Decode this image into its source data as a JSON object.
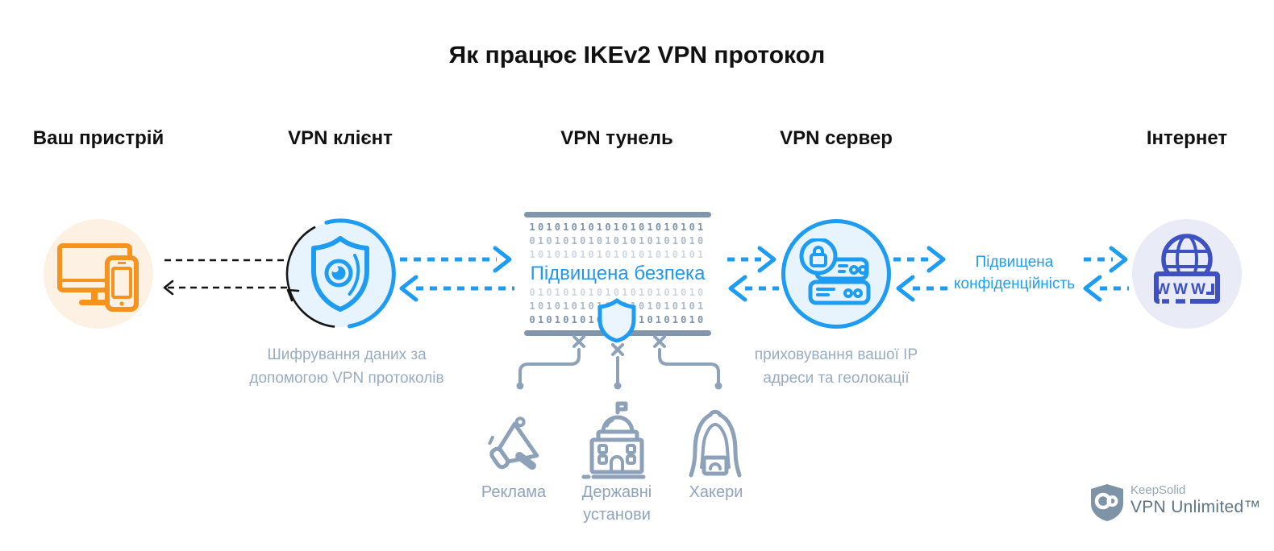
{
  "title": "Як працює IKEv2 VPN протокол",
  "columns": [
    {
      "label": "Ваш пристрій"
    },
    {
      "label": "VPN клієнт"
    },
    {
      "label": "VPN тунель"
    },
    {
      "label": "VPN сервер"
    },
    {
      "label": "Інтернет"
    }
  ],
  "client": {
    "caption_line1": "Шифрування даних за",
    "caption_line2": "допомогою VPN протоколів"
  },
  "server": {
    "caption_line1": "приховування вашої IP",
    "caption_line2": "адреси та геолокації"
  },
  "tunnel": {
    "security_label": "Підвищена безпека",
    "binary_rows": [
      "101010101010101010101",
      "010101010101010101010",
      "101010101010101010101",
      "010101010101010101010",
      "101010101010101010101",
      "010101010101010101010"
    ]
  },
  "privacy": {
    "line1": "Підвищена",
    "line2": "конфіденційність"
  },
  "threats": [
    {
      "line1": "Реклама"
    },
    {
      "line1": "Державні",
      "line2": "установи"
    },
    {
      "line1": "Хакери"
    }
  ],
  "internet": {
    "www_label": "WWW"
  },
  "logo": {
    "brand": "KeepSolid",
    "product": "VPN Unlimited™"
  },
  "colors": {
    "accent_blue": "#1E9CF2",
    "security_text_blue": "#2196F3",
    "orange": "#F6921E",
    "orange_bg": "#FDF1E4",
    "indigo": "#3E51C1",
    "indigo_bg": "#E9EBF7",
    "light_blue_bg": "#E8F4FD",
    "icon_gray": "#8DA2B8",
    "caption_gray": "#9AACC2",
    "tunnel_bar_gray": "#8296AB",
    "black": "#111111"
  }
}
